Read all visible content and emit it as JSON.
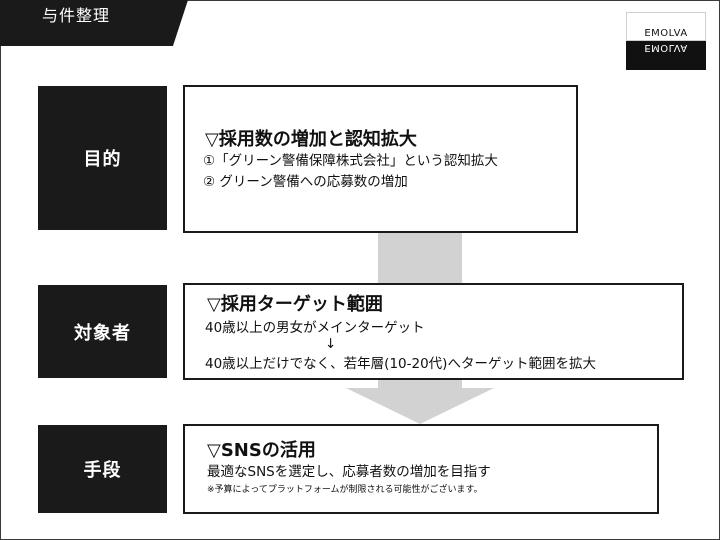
{
  "header": {
    "title": "与件整理"
  },
  "logo": {
    "text": "EMOLVA",
    "mirror_text": "EMOLVA"
  },
  "colors": {
    "dark": "#1a1a1a",
    "arrow": "#d2d2d2",
    "background": "#ffffff"
  },
  "sections": [
    {
      "label": "目的",
      "heading": "▽採用数の増加と認知拡大",
      "lines": [
        "①「グリーン警備保障株式会社」という認知拡大",
        "②  グリーン警備への応募数の増加"
      ]
    },
    {
      "label": "対象者",
      "heading": "▽採用ターゲット範囲",
      "lines": [
        "40歳以上の男女がメインターゲット",
        "↓",
        "40歳以上だけでなく、若年層(10-20代)へターゲット範囲を拡大"
      ]
    },
    {
      "label": "手段",
      "heading": "▽SNSの活用",
      "lines": [
        "最適なSNSを選定し、応募者数の増加を目指す"
      ],
      "note": "※予算によってプラットフォームが制限される可能性がございます。"
    }
  ]
}
